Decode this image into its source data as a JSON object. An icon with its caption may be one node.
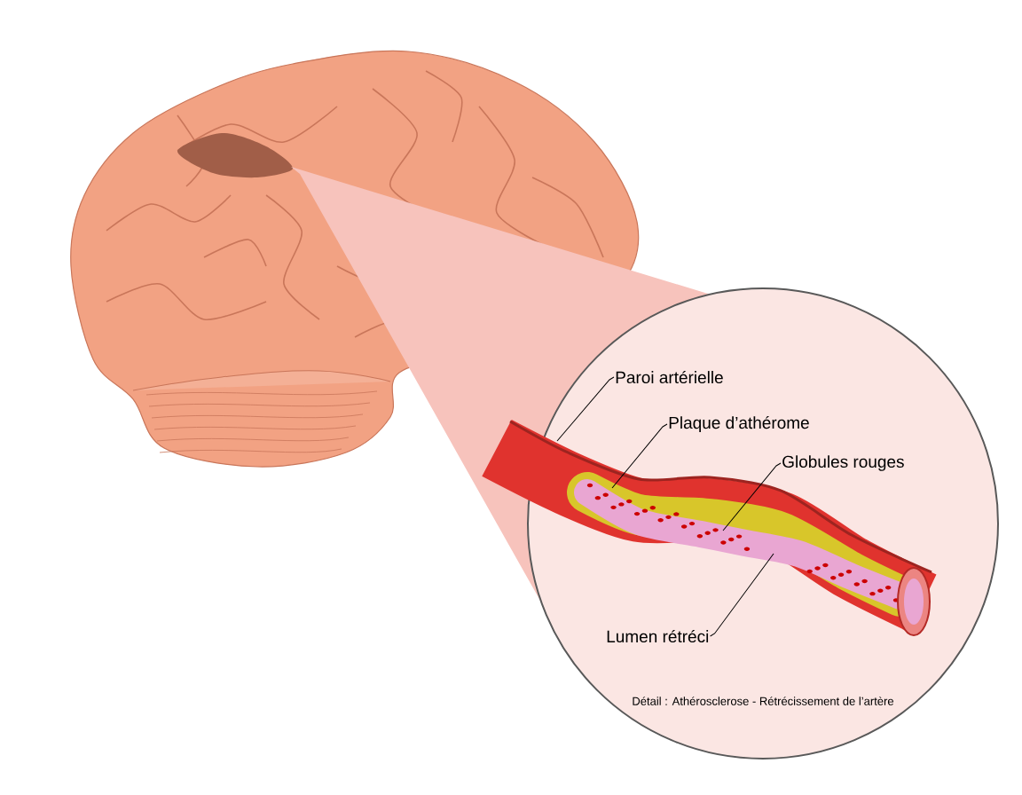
{
  "diagram": {
    "nodes": [
      {
        "text": [],
        "shape": "picture"
      },
      {
        "text": [],
        "shape": "circle"
      },
      {
        "text": [
          "Paroi artérielle"
        ],
        "in": 1
      },
      {
        "text": [
          "Plaque d’athérome"
        ],
        "in": 1
      },
      {
        "text": [
          "Globules rouges"
        ],
        "in": 1
      },
      {
        "text": [
          "Lumen rétréci"
        ],
        "in": 1
      }
    ],
    "edges": [
      {
        "from": 2,
        "to": null,
        "arrow": "none"
      },
      {
        "from": 3,
        "to": null,
        "arrow": "none"
      },
      {
        "from": 4,
        "to": null,
        "arrow": "none"
      },
      {
        "from": 5,
        "to": null,
        "arrow": "none"
      }
    ],
    "labels": [
      "Détail : Athérosclerose - Rétrécissement de l’artère"
    ]
  }
}
